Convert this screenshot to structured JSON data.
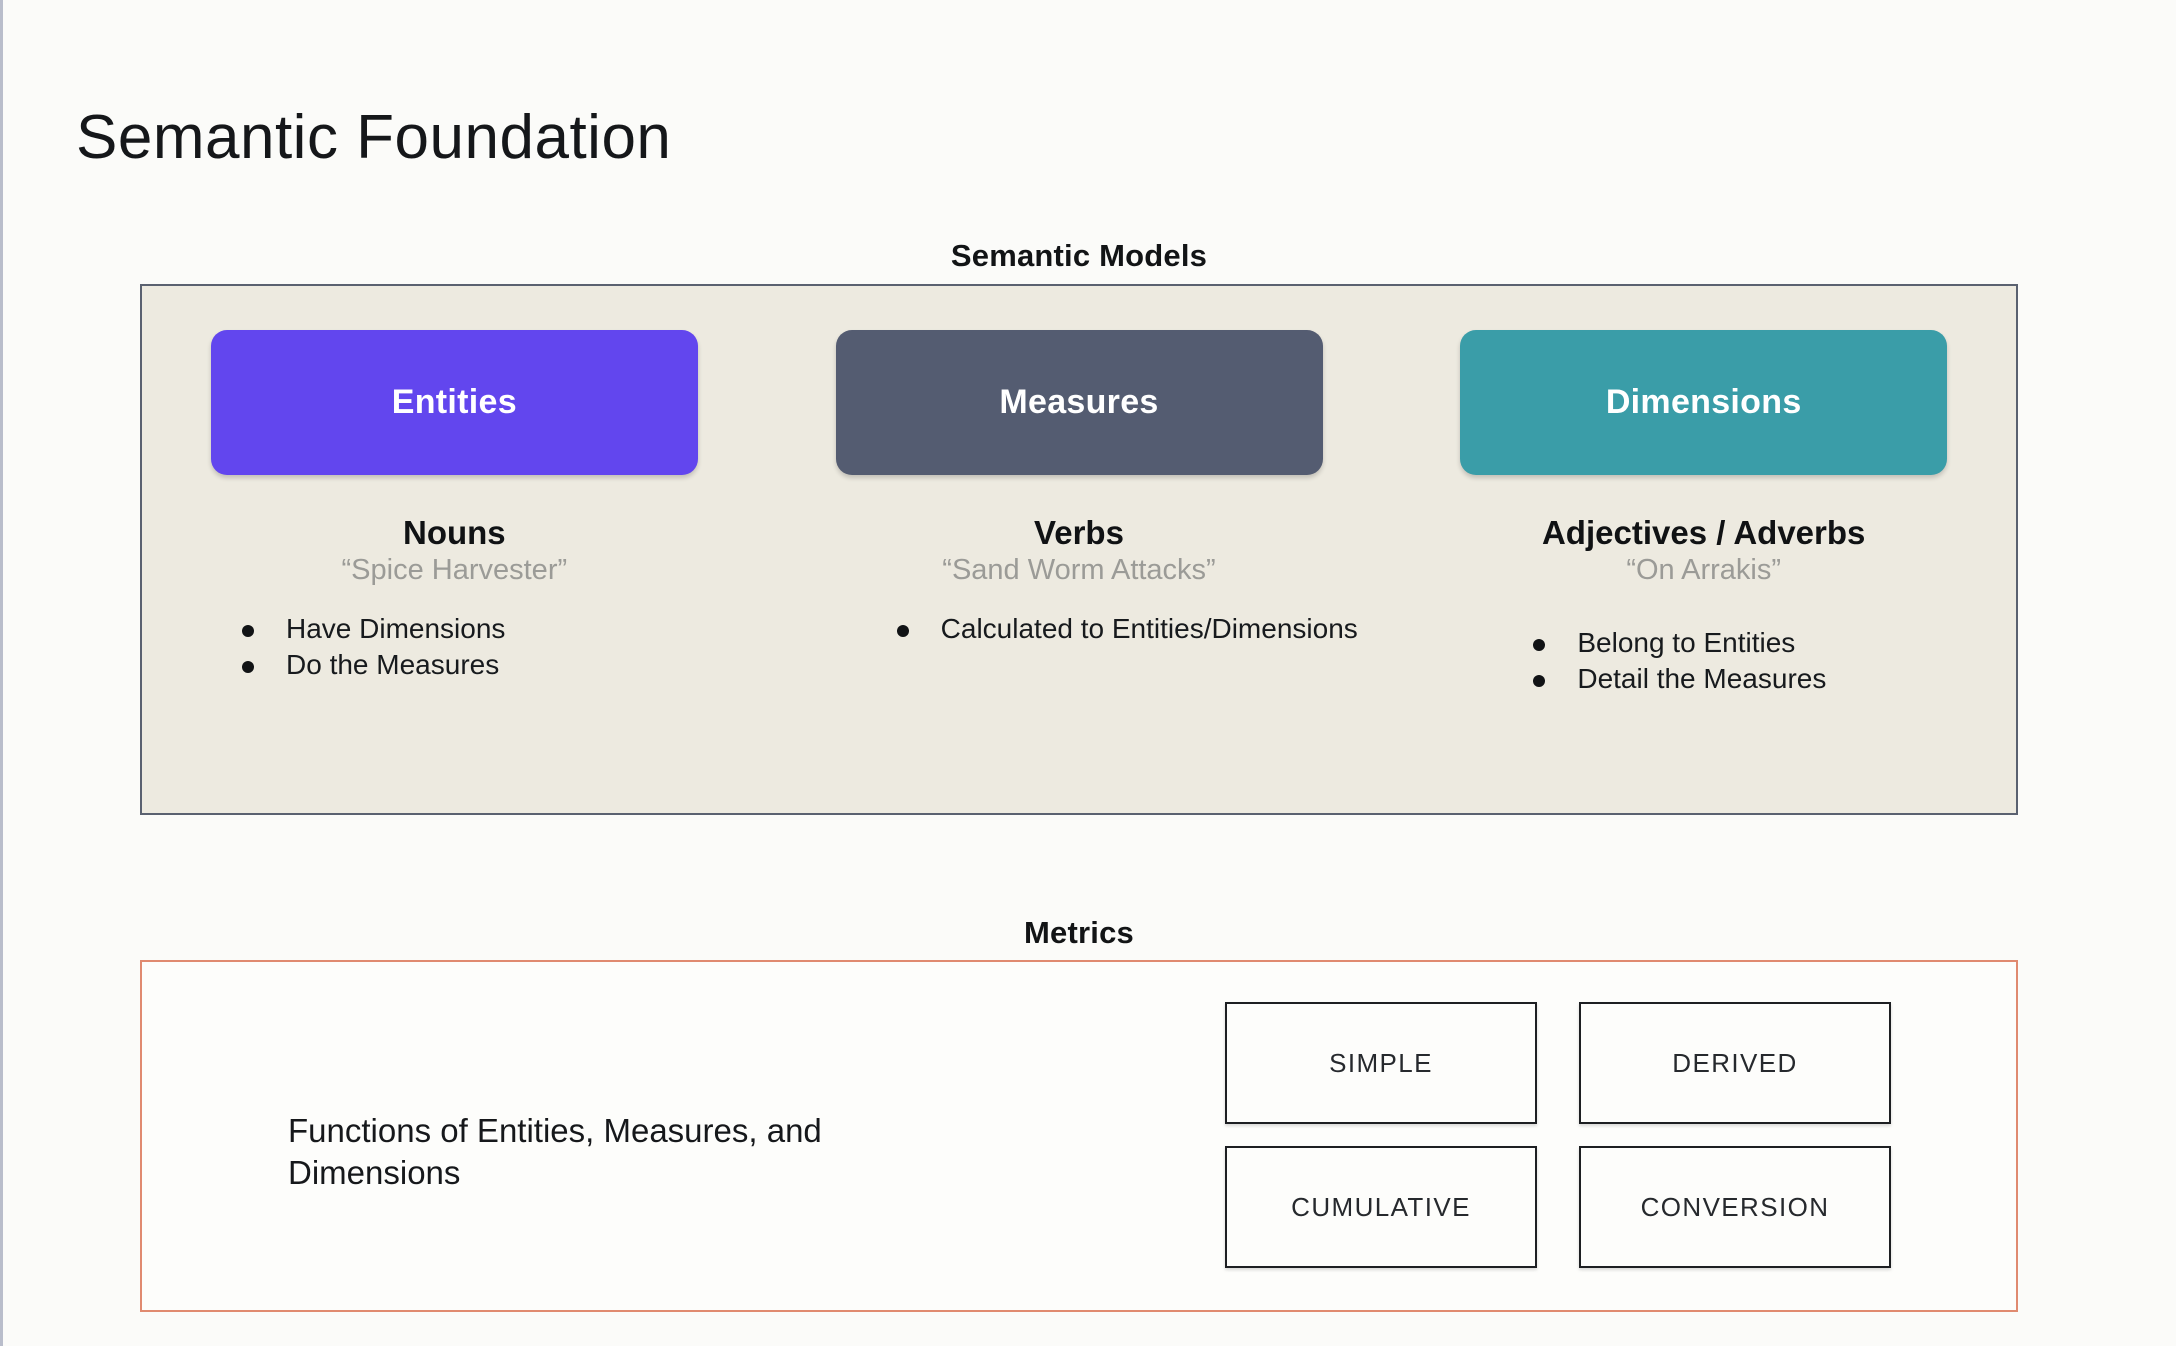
{
  "page": {
    "title": "Semantic Foundation"
  },
  "semantic_models": {
    "heading": "Semantic Models",
    "columns": [
      {
        "chip_label": "Entities",
        "chip_color": "#6246ee",
        "part_of_speech": "Nouns",
        "example": "“Spice Harvester”",
        "bullets": [
          "Have Dimensions",
          "Do the Measures"
        ]
      },
      {
        "chip_label": "Measures",
        "chip_color": "#545c71",
        "part_of_speech": "Verbs",
        "example": "“Sand Worm Attacks”",
        "bullets": [
          "Calculated to Entities/Dimensions"
        ]
      },
      {
        "chip_label": "Dimensions",
        "chip_color": "#3a9da8",
        "part_of_speech": "Adjectives / Adverbs",
        "example": "“On Arrakis”",
        "bullets": [
          "Belong to Entities",
          "Detail the Measures"
        ]
      }
    ]
  },
  "metrics": {
    "heading": "Metrics",
    "description": "Functions of Entities, Measures, and Dimensions",
    "border_color": "#e08a70",
    "types": [
      "SIMPLE",
      "DERIVED",
      "CUMULATIVE",
      "CONVERSION"
    ]
  }
}
